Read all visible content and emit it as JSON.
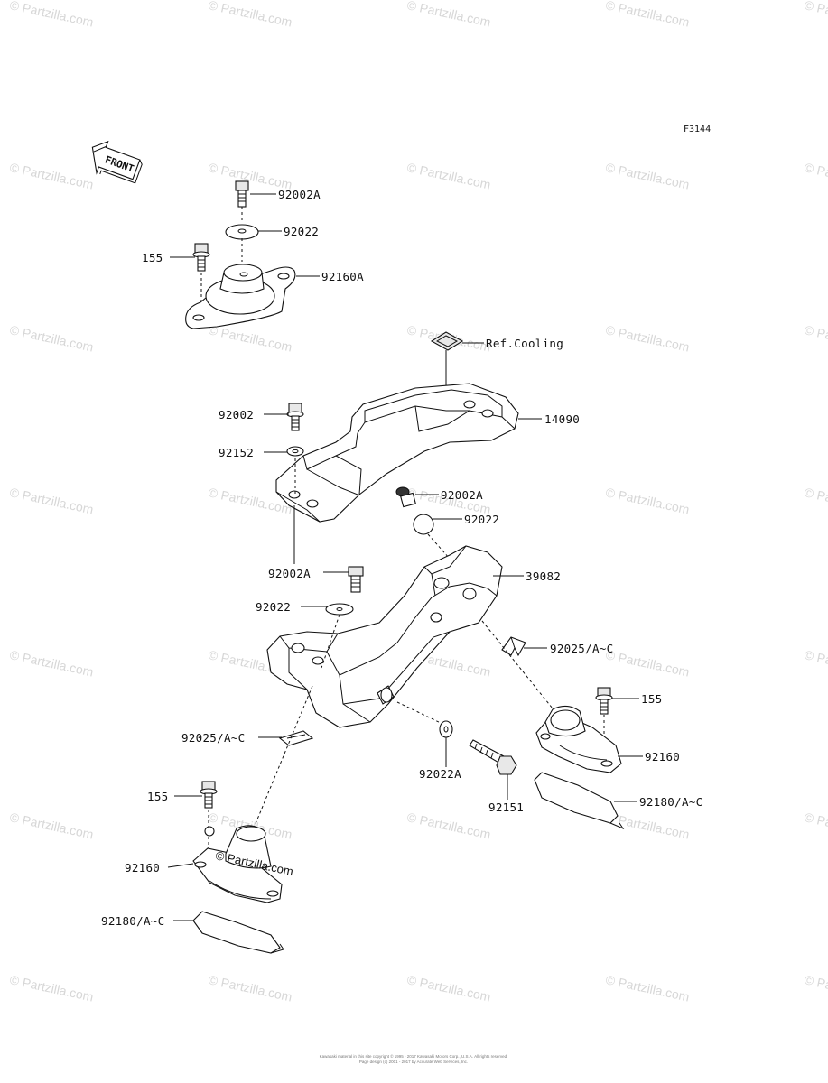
{
  "diagram_code": "F3144",
  "front_label": "FRONT",
  "watermark_text": "© Partzilla.com",
  "footer_lines": [
    "Kawasaki material in this site copyright © 1995 - 2017 Kawasaki Motors Corp., U.S.A. All rights reserved.",
    "Page design (c) 2001 - 2017 by Accurate Web Services, Inc."
  ],
  "callouts": {
    "c92002A_top": "92002A",
    "c92022_top": "92022",
    "c155_top": "155",
    "c92160A": "92160A",
    "cRefCooling": "Ref.Cooling",
    "c92002": "92002",
    "c14090": "14090",
    "c92152": "92152",
    "c92002A_mid": "92002A",
    "c92022_mid": "92022",
    "c39082": "39082",
    "c92002A_left": "92002A",
    "c92022_left": "92022",
    "c92025_right": "92025/A~C",
    "c155_right": "155",
    "c92025_left": "92025/A~C",
    "c92160_right": "92160",
    "c92022A": "92022A",
    "c92151": "92151",
    "c92180_right": "92180/A~C",
    "c155_left": "155",
    "c92160_left": "92160",
    "c92180_left": "92180/A~C"
  },
  "colors": {
    "line": "#111111",
    "watermark": "#d7d7d7",
    "background": "#ffffff"
  }
}
